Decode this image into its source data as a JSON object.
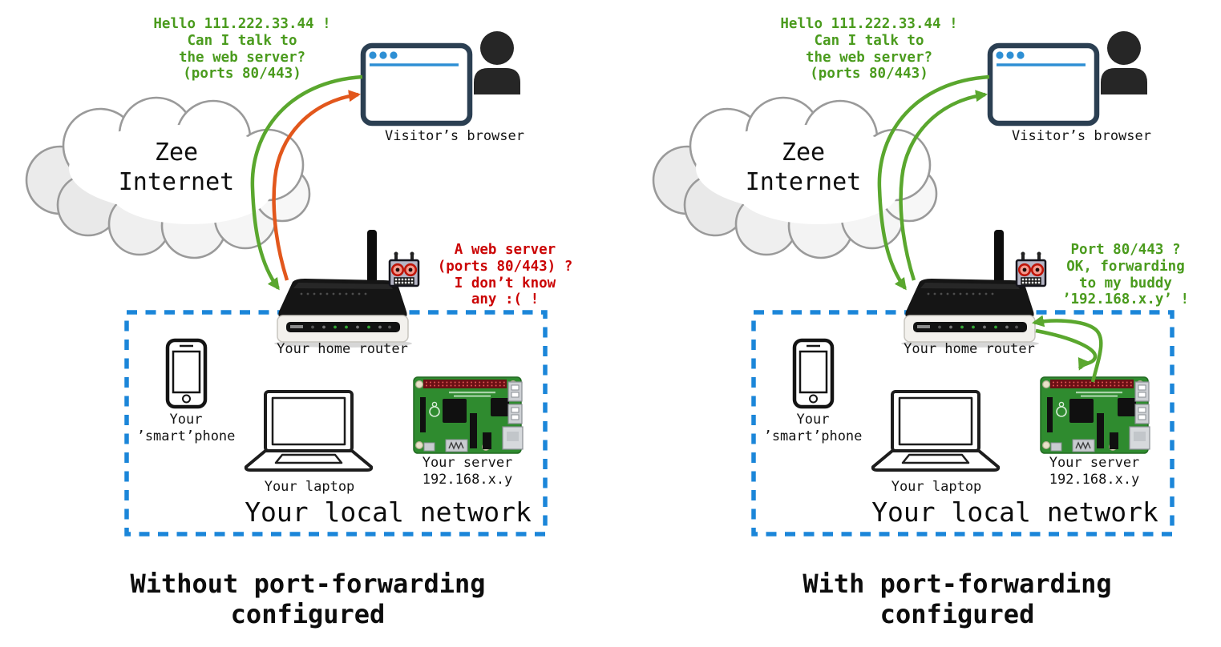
{
  "colors": {
    "green_text": "#4a9b1d",
    "red_text": "#cb0404",
    "arrow_green": "#5aa72e",
    "arrow_red": "#e2571c",
    "box_blue": "#1b86d9",
    "browser_frame": "#2b3f52",
    "browser_accent": "#2e8fd4",
    "label_text": "#141414"
  },
  "icons": {
    "cloud": "internet-cloud-icon",
    "browser": "browser-window-icon",
    "person": "visitor-person-icon",
    "router": "home-router-icon",
    "robot": "router-robot-face-icon",
    "phone": "smartphone-icon",
    "laptop": "laptop-icon",
    "server": "raspberry-pi-board-icon",
    "arrow_request": "curved-arrow-request",
    "arrow_reply": "curved-arrow-reply"
  },
  "panels": [
    {
      "id": "without-port-forwarding",
      "visitor_message": {
        "lines": [
          "Hello 111.222.33.44 !",
          "Can I talk to",
          "the web server?",
          "(ports 80/443)"
        ]
      },
      "cloud_label": {
        "lines": [
          "Zee",
          "Internet"
        ]
      },
      "browser_label": "Visitor’s browser",
      "router_label": "Your home router",
      "router_message": {
        "tone": "negative",
        "lines": [
          "A web server",
          "(ports 80/443) ?",
          "I don’t know",
          "any :( !"
        ]
      },
      "network_box_label": "Your local network",
      "phone_label": {
        "lines": [
          "Your",
          "’smart’phone"
        ]
      },
      "laptop_label": "Your laptop",
      "server_label": {
        "lines": [
          "Your server",
          "192.168.x.y"
        ]
      },
      "caption": {
        "lines": [
          "Without port-forwarding",
          "configured"
        ]
      }
    },
    {
      "id": "with-port-forwarding",
      "visitor_message": {
        "lines": [
          "Hello 111.222.33.44 !",
          "Can I talk to",
          "the web server?",
          "(ports 80/443)"
        ]
      },
      "cloud_label": {
        "lines": [
          "Zee",
          "Internet"
        ]
      },
      "browser_label": "Visitor’s browser",
      "router_label": "Your home router",
      "router_message": {
        "tone": "positive",
        "lines": [
          "Port 80/443 ?",
          "OK, forwarding",
          "to my buddy",
          "’192.168.x.y’ !"
        ]
      },
      "network_box_label": "Your local network",
      "phone_label": {
        "lines": [
          "Your",
          "’smart’phone"
        ]
      },
      "laptop_label": "Your laptop",
      "server_label": {
        "lines": [
          "Your server",
          "192.168.x.y"
        ]
      },
      "caption": {
        "lines": [
          "With port-forwarding",
          "configured"
        ]
      }
    }
  ]
}
